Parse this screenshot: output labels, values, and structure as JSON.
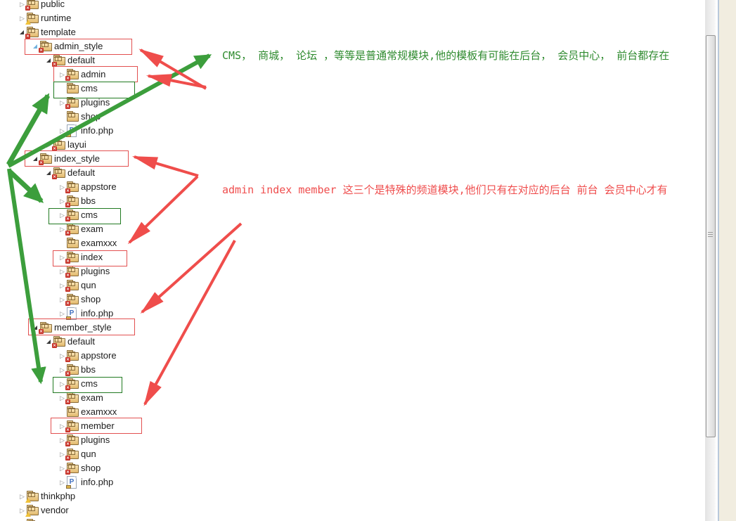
{
  "app": {
    "name": "IDE project explorer"
  },
  "tree": {
    "rows": [
      {
        "label": "public",
        "level": 0,
        "arrow": "collapsed",
        "icon": "folder-error"
      },
      {
        "label": "runtime",
        "level": 0,
        "arrow": "collapsed",
        "icon": "folder-warning"
      },
      {
        "label": "template",
        "level": 0,
        "arrow": "expanded",
        "icon": "folder-error"
      },
      {
        "label": "admin_style",
        "level": 1,
        "arrow": "expanded-blue",
        "icon": "folder-error",
        "box": "red"
      },
      {
        "label": "default",
        "level": 2,
        "arrow": "expanded",
        "icon": "folder-error"
      },
      {
        "label": "admin",
        "level": 3,
        "arrow": "collapsed",
        "icon": "folder-error",
        "box": "red"
      },
      {
        "label": "cms",
        "level": 3,
        "arrow": "none",
        "icon": "folder-plain",
        "box": "green"
      },
      {
        "label": "plugins",
        "level": 3,
        "arrow": "collapsed",
        "icon": "folder-error"
      },
      {
        "label": "shop",
        "level": 3,
        "arrow": "none",
        "icon": "folder-plain"
      },
      {
        "label": "info.php",
        "level": 3,
        "arrow": "collapsed",
        "icon": "php-file"
      },
      {
        "label": "layui",
        "level": 2,
        "arrow": "collapsed",
        "icon": "folder-error"
      },
      {
        "label": "index_style",
        "level": 1,
        "arrow": "expanded",
        "icon": "folder-error",
        "box": "red"
      },
      {
        "label": "default",
        "level": 2,
        "arrow": "expanded",
        "icon": "folder-error"
      },
      {
        "label": "appstore",
        "level": 3,
        "arrow": "collapsed",
        "icon": "folder-error"
      },
      {
        "label": "bbs",
        "level": 3,
        "arrow": "collapsed",
        "icon": "folder-error"
      },
      {
        "label": "cms",
        "level": 3,
        "arrow": "collapsed",
        "icon": "folder-error",
        "box": "green"
      },
      {
        "label": "exam",
        "level": 3,
        "arrow": "collapsed",
        "icon": "folder-error"
      },
      {
        "label": "examxxx",
        "level": 3,
        "arrow": "none",
        "icon": "folder-plain"
      },
      {
        "label": "index",
        "level": 3,
        "arrow": "collapsed",
        "icon": "folder-error",
        "box": "red"
      },
      {
        "label": "plugins",
        "level": 3,
        "arrow": "collapsed",
        "icon": "folder-error"
      },
      {
        "label": "qun",
        "level": 3,
        "arrow": "collapsed",
        "icon": "folder-error"
      },
      {
        "label": "shop",
        "level": 3,
        "arrow": "collapsed",
        "icon": "folder-error"
      },
      {
        "label": "info.php",
        "level": 3,
        "arrow": "collapsed",
        "icon": "php-file"
      },
      {
        "label": "member_style",
        "level": 1,
        "arrow": "expanded",
        "icon": "folder-error",
        "box": "red"
      },
      {
        "label": "default",
        "level": 2,
        "arrow": "expanded",
        "icon": "folder-error"
      },
      {
        "label": "appstore",
        "level": 3,
        "arrow": "collapsed",
        "icon": "folder-error"
      },
      {
        "label": "bbs",
        "level": 3,
        "arrow": "collapsed",
        "icon": "folder-error"
      },
      {
        "label": "cms",
        "level": 3,
        "arrow": "collapsed",
        "icon": "folder-error",
        "box": "green"
      },
      {
        "label": "exam",
        "level": 3,
        "arrow": "collapsed",
        "icon": "folder-error"
      },
      {
        "label": "examxxx",
        "level": 3,
        "arrow": "none",
        "icon": "folder-plain"
      },
      {
        "label": "member",
        "level": 3,
        "arrow": "collapsed",
        "icon": "folder-error",
        "box": "red"
      },
      {
        "label": "plugins",
        "level": 3,
        "arrow": "collapsed",
        "icon": "folder-error"
      },
      {
        "label": "qun",
        "level": 3,
        "arrow": "collapsed",
        "icon": "folder-error"
      },
      {
        "label": "shop",
        "level": 3,
        "arrow": "collapsed",
        "icon": "folder-error"
      },
      {
        "label": "info.php",
        "level": 3,
        "arrow": "collapsed",
        "icon": "php-file"
      },
      {
        "label": "thinkphp",
        "level": 0,
        "arrow": "collapsed",
        "icon": "folder-warning"
      },
      {
        "label": "vendor",
        "level": 0,
        "arrow": "collapsed",
        "icon": "folder-warning"
      },
      {
        "label": "",
        "level": 0,
        "arrow": "collapsed",
        "icon": "folder-warning",
        "partial": true
      }
    ]
  },
  "annotations": {
    "green_note": {
      "text": "CMS， 商城， 论坛 ，等等是普通常规模块,他的模板有可能在后台， 会员中心， 前台都存在"
    },
    "red_note": {
      "text": "admin index member 这三个是特殊的频道模块,他们只有在对应的后台 前台 会员中心才有"
    }
  },
  "colors": {
    "box_red": "#e25050",
    "box_green": "#217a21",
    "arrow_green": "#3c9e3c",
    "arrow_red": "#ef4d4b",
    "note_green": "#2f8b2f",
    "note_red": "#ef4d4d",
    "folder_tan": "#e2b96c",
    "error_badge": "#c7352b",
    "warning_badge": "#f0c23b"
  },
  "scrollbar": {
    "orientation": "vertical"
  }
}
